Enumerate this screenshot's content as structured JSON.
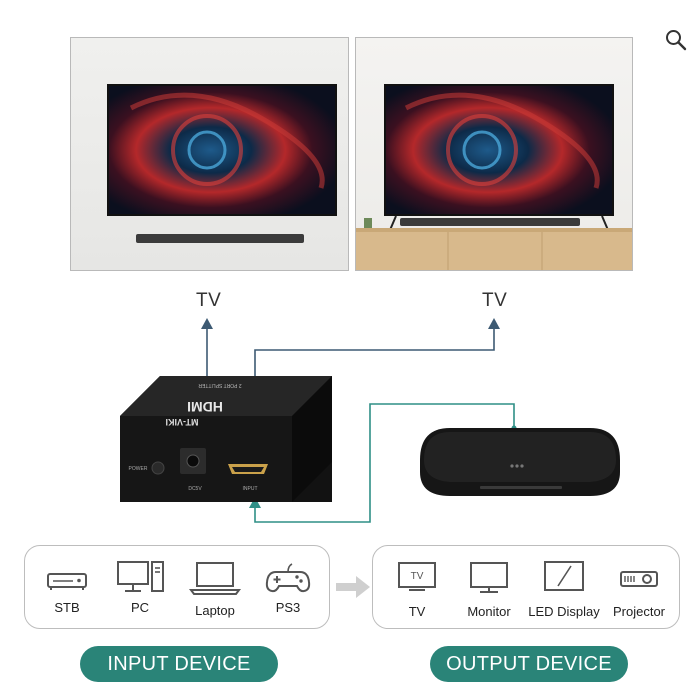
{
  "labels": {
    "tv_left": "TV",
    "tv_right": "TV"
  },
  "splitter": {
    "brand": "MT-VIKI",
    "model_text": "HDMI",
    "top_text": "2 PORT SPLITTER",
    "power_label": "POWER",
    "dc_label": "DC5V",
    "input_label": "INPUT"
  },
  "input_devices": [
    {
      "label": "STB",
      "icon": "stb-icon"
    },
    {
      "label": "PC",
      "icon": "pc-icon"
    },
    {
      "label": "Laptop",
      "icon": "laptop-icon"
    },
    {
      "label": "PS3",
      "icon": "gamepad-icon"
    }
  ],
  "output_devices": [
    {
      "label": "TV",
      "icon": "tv-icon",
      "screen_text": "TV"
    },
    {
      "label": "Monitor",
      "icon": "monitor-icon"
    },
    {
      "label": "LED Display",
      "icon": "led-display-icon"
    },
    {
      "label": "Projector",
      "icon": "projector-icon"
    }
  ],
  "buttons": {
    "input_device": "INPUT DEVICE",
    "output_device": "OUTPUT DEVICE"
  },
  "colors": {
    "accent": "#2a8478",
    "wire_blue": "#3d5a73",
    "wire_teal": "#2f8f86",
    "icon_gray": "#555555"
  }
}
